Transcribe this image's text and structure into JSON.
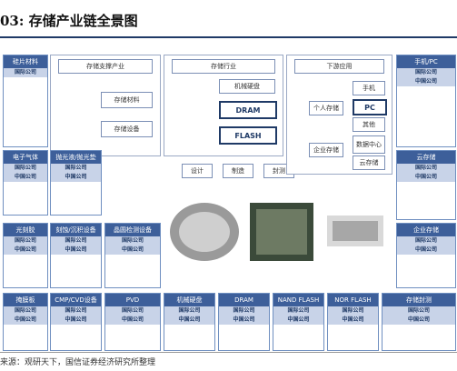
{
  "title": "03: 存储产业链全景图",
  "source": "来源：观研天下，国信证券经济研究所整理",
  "top_flow": {
    "support_header": "存储支撑产业",
    "support_items": [
      "存储材料",
      "存储设备"
    ],
    "industry_header": "存储行业",
    "industry_items": [
      "机械硬盘",
      "DRAM",
      "FLASH"
    ],
    "stages": [
      "设计",
      "制造",
      "封测"
    ],
    "downstream_header": "下游应用",
    "personal": "个人存储",
    "enterprise": "企业存储",
    "apps": [
      "手机",
      "PC",
      "其他",
      "数据中心",
      "云存储"
    ]
  },
  "left_columns": [
    {
      "head": "硅片材料",
      "cells": [
        "国际公司",
        "",
        "",
        "",
        "",
        ""
      ]
    },
    {
      "head": "电子气体",
      "cells": [
        "国际公司",
        "",
        "中国公司",
        ""
      ]
    },
    {
      "head": "抛光液/抛光垫",
      "cells": [
        "国际公司",
        "",
        "中国公司",
        ""
      ]
    },
    {
      "head": "光刻胶",
      "cells": [
        "国际公司",
        "",
        "中国公司",
        ""
      ]
    },
    {
      "head": "刻蚀/沉积设备",
      "cells": [
        "国际公司",
        "",
        "中国公司",
        ""
      ]
    },
    {
      "head": "晶圆检测设备",
      "cells": [
        "国际公司",
        "",
        "中国公司",
        ""
      ]
    },
    {
      "head": "掩膜板",
      "cells": [
        "国际公司",
        "",
        "中国公司",
        ""
      ]
    },
    {
      "head": "CMP/CVD设备",
      "cells": [
        "国际公司",
        "",
        "中国公司",
        ""
      ]
    },
    {
      "head": "PVD",
      "cells": [
        "国际公司",
        "",
        "中国公司",
        ""
      ]
    }
  ],
  "bottom_columns": [
    {
      "head": "机械硬盘",
      "cells": [
        "国际公司",
        "",
        "中国公司",
        ""
      ]
    },
    {
      "head": "DRAM",
      "cells": [
        "国际公司",
        "",
        "中国公司",
        ""
      ]
    },
    {
      "head": "NAND FLASH",
      "cells": [
        "国际公司",
        "",
        "中国公司",
        ""
      ]
    },
    {
      "head": "NOR FLASH",
      "cells": [
        "国际公司",
        "",
        "中国公司",
        ""
      ]
    },
    {
      "head": "存储封测",
      "cells": [
        "国际公司",
        "",
        "中国公司",
        ""
      ]
    }
  ],
  "right_columns": [
    {
      "head": "手机/PC",
      "cells": [
        "国际公司",
        "",
        "中国公司",
        ""
      ]
    },
    {
      "head": "云存储",
      "cells": [
        "国际公司",
        "",
        "中国公司",
        ""
      ]
    },
    {
      "head": "企业存储",
      "cells": [
        "国际公司",
        "",
        "中国公司",
        ""
      ]
    }
  ]
}
